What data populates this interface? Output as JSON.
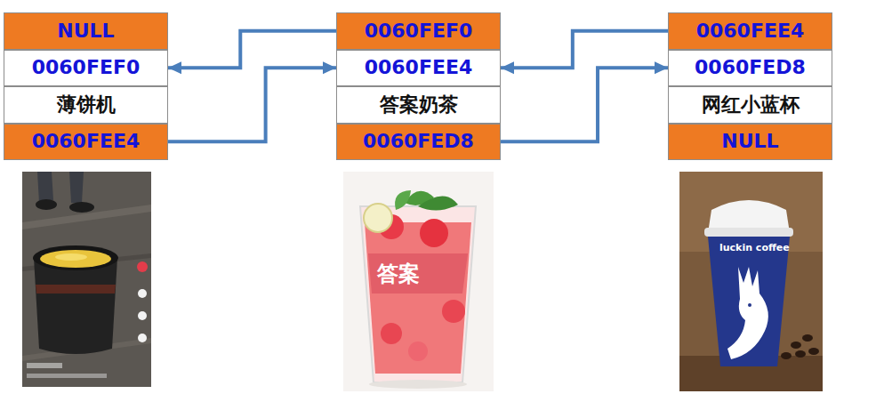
{
  "diagram": {
    "nodes": [
      {
        "text": [
          "NULL"
        ]
      },
      {
        "text": [
          "0060FEF0"
        ]
      },
      {
        "text": [
          "薄饼机"
        ]
      },
      {
        "text": [
          "0060FEE4"
        ]
      },
      {
        "text": [
          "0060FEF0"
        ]
      },
      {
        "text": [
          "0060FEE4"
        ]
      },
      {
        "text": [
          "答案奶茶"
        ]
      },
      {
        "text": [
          "0060FED8"
        ]
      },
      {
        "text": [
          "0060FEE4"
        ]
      },
      {
        "text": [
          "0060FED8"
        ]
      },
      {
        "text": [
          "网红小蓝杯"
        ]
      },
      {
        "text": [
          "NULL"
        ]
      }
    ],
    "edges": [
      {
        "from": 3,
        "to": 5,
        "arrow": "to"
      },
      {
        "from": 4,
        "to": 1,
        "arrow": "to"
      },
      {
        "from": 7,
        "to": 9,
        "arrow": "to"
      },
      {
        "from": 8,
        "to": 5,
        "arrow": "to"
      }
    ],
    "labels": [
      "答案",
      "luckin coffee"
    ]
  }
}
